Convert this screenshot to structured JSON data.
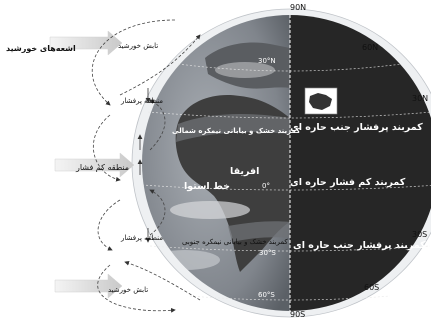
{
  "latitudes": {
    "n90": "90N",
    "n60": "60N",
    "n30": "30N",
    "s30": "30S",
    "s60": "60S",
    "s90": "90S"
  },
  "globe_latitudes": {
    "n30": "30°N",
    "eq": "0°",
    "s30": "30°S",
    "s60": "60°S"
  },
  "left_labels": {
    "solar_rays": "اشعه‌های خورشید",
    "radiation_top": "تابش خورشید",
    "radiation_bottom": "تابش خورشید",
    "high_pressure_north": "منطقه پرفشار",
    "low_pressure": "منطقه کم فشار",
    "high_pressure_south": "منطقه پرفشار"
  },
  "globe_labels": {
    "dry_north": "کمربند خشک و بیابانی نیمکره شمالی",
    "africa": "افریقا",
    "equator_line": "خط استوا",
    "dry_south": "کمربند خشک و بیابانی نیمکره جنوبی"
  },
  "belt_labels": {
    "high_north": "کمربند پرفشار جنب حاره‌ ای",
    "low_equatorial": "کمربند کم فشار حاره‌ ای",
    "high_south": "کمربند پرفشار جنب حاره‌ ای"
  },
  "colors": {
    "night_side": "#262626",
    "ocean": "#8a8f96",
    "land": "#3e3e3e",
    "sky": "#e9ecef"
  }
}
